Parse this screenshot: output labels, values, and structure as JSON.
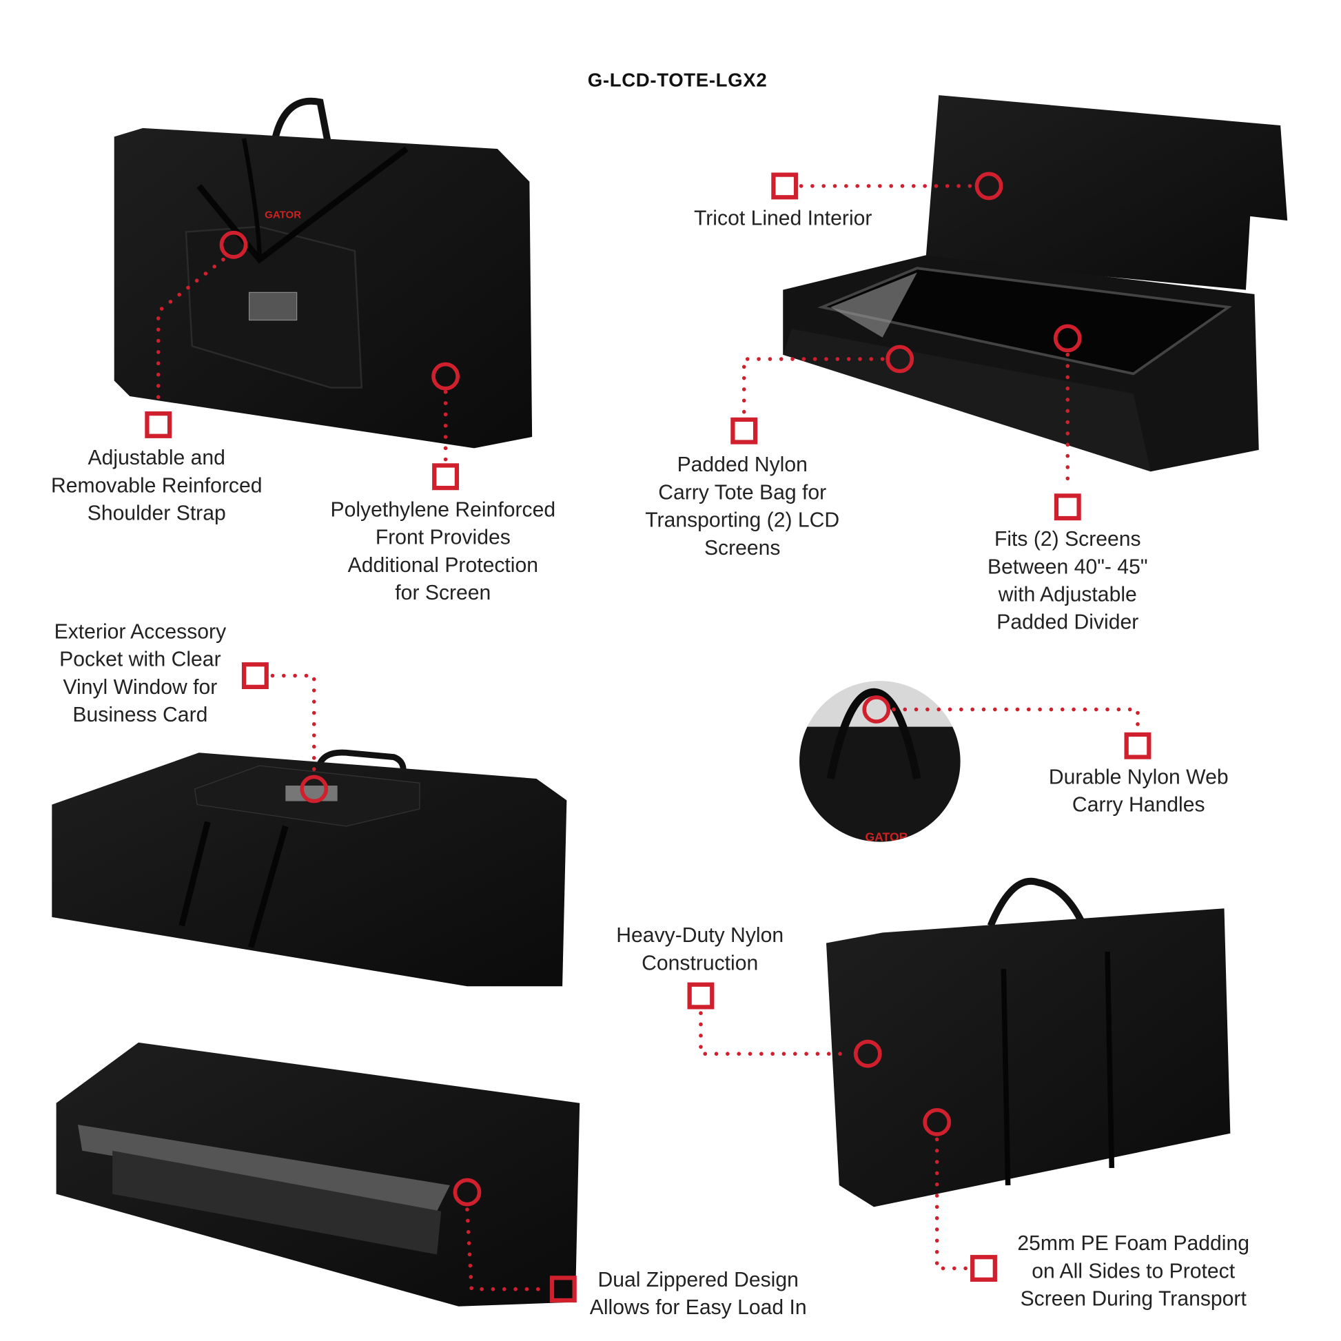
{
  "title": "G-LCD-TOTE-LGX2",
  "accent_color": "#d0202e",
  "features": {
    "shoulder_strap": [
      "Adjustable and",
      "Removable Reinforced",
      "Shoulder Strap"
    ],
    "pe_front": [
      "Polyethylene Reinforced",
      "Front Provides",
      "Additional Protection",
      "for Screen"
    ],
    "tricot": [
      "Tricot Lined Interior"
    ],
    "padded_tote": [
      "Padded Nylon",
      "Carry Tote Bag for",
      "Transporting (2) LCD",
      "Screens"
    ],
    "fits_screens": [
      "Fits (2) Screens",
      "Between 40\"- 45\"",
      "with Adjustable",
      "Padded Divider"
    ],
    "pocket": [
      "Exterior Accessory",
      "Pocket with Clear",
      "Vinyl Window for",
      "Business Card"
    ],
    "handles": [
      "Durable Nylon Web",
      "Carry Handles"
    ],
    "heavy_duty": [
      "Heavy-Duty Nylon",
      "Construction"
    ],
    "foam": [
      "25mm PE Foam Padding",
      "on All Sides to Protect",
      "Screen During Transport"
    ],
    "zipper": [
      "Dual Zippered Design",
      "Allows for Easy Load In"
    ]
  },
  "brand_logo": "GATOR"
}
